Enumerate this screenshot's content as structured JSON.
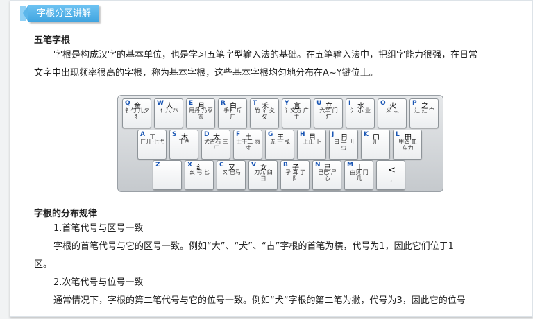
{
  "tab_title": "字根分区讲解",
  "section1": {
    "heading": "五笔字根",
    "para_line1": "字根是构成汉字的基本单位，也是学习五笔字型输入法的基础。在五笔输入法中，把组字能力很强，在日常",
    "para_line2": "文字中出现频率很高的字根，称为基本字根，这些基本字根均匀地分布在A~Y键位上。"
  },
  "keyboard": {
    "row1": [
      {
        "letter": "Q",
        "char": "金",
        "roots": "钅勹 儿夕犭"
      },
      {
        "letter": "W",
        "char": "人",
        "roots": "亻八 癶"
      },
      {
        "letter": "E",
        "char": "月",
        "roots": "用丹 乃豕 衣"
      },
      {
        "letter": "R",
        "char": "白",
        "roots": "手扌 斤 厂"
      },
      {
        "letter": "T",
        "char": "禾",
        "roots": "竹 彳 夂 攵"
      },
      {
        "letter": "Y",
        "char": "言",
        "roots": "讠文方 广 主"
      },
      {
        "letter": "U",
        "char": "立",
        "roots": "六辛 门 疒"
      },
      {
        "letter": "I",
        "char": "水",
        "roots": "氵 小 业"
      },
      {
        "letter": "O",
        "char": "火",
        "roots": "米 灬"
      },
      {
        "letter": "P",
        "char": "之",
        "roots": "辶 廴 宀"
      }
    ],
    "row2": [
      {
        "letter": "A",
        "char": "工",
        "roots": "匚廾 七弋"
      },
      {
        "letter": "S",
        "char": "木",
        "roots": "丁西"
      },
      {
        "letter": "D",
        "char": "大",
        "roots": "犬古石 三 厂"
      },
      {
        "letter": "F",
        "char": "土",
        "roots": "士干二 雨寸"
      },
      {
        "letter": "G",
        "char": "王",
        "roots": "五 一 戋"
      },
      {
        "letter": "H",
        "char": "目",
        "roots": "上止 卜 丨"
      },
      {
        "letter": "J",
        "char": "日",
        "roots": "曰 早 刂 虫"
      },
      {
        "letter": "K",
        "char": "口",
        "roots": "川"
      },
      {
        "letter": "L",
        "char": "田",
        "roots": "甲四 皿 车力"
      }
    ],
    "row3": [
      {
        "letter": "Z",
        "char": "",
        "roots": ""
      },
      {
        "letter": "X",
        "char": "纟",
        "roots": "幺 弓 匕"
      },
      {
        "letter": "C",
        "char": "又",
        "roots": "ㄡ 巴马"
      },
      {
        "letter": "V",
        "char": "女",
        "roots": "刀九 臼 彐"
      },
      {
        "letter": "B",
        "char": "子",
        "roots": "孑 耳 了 阝"
      },
      {
        "letter": "N",
        "char": "已",
        "roots": "己巳 尸 心"
      },
      {
        "letter": "M",
        "char": "山",
        "roots": "由贝 冂 几"
      },
      {
        "letter": "",
        "char": "<",
        "roots": ","
      }
    ]
  },
  "section2": {
    "heading": "字根的分布规律",
    "point1_title": "1.首笔代号与区号一致",
    "point1_line1": "字根的首笔代号与它的区号一致。例如“大”、“犬”、“古”字根的首笔为横，代号为1，因此它们位于1",
    "point1_line2": "区。",
    "point2_title": "2.次笔代号与位号一致",
    "point2_line1": "通常情况下，字根的第二笔代号与它的位号一致。例如“犬”字根的第二笔为撇，代号为3，因此它的位号"
  }
}
